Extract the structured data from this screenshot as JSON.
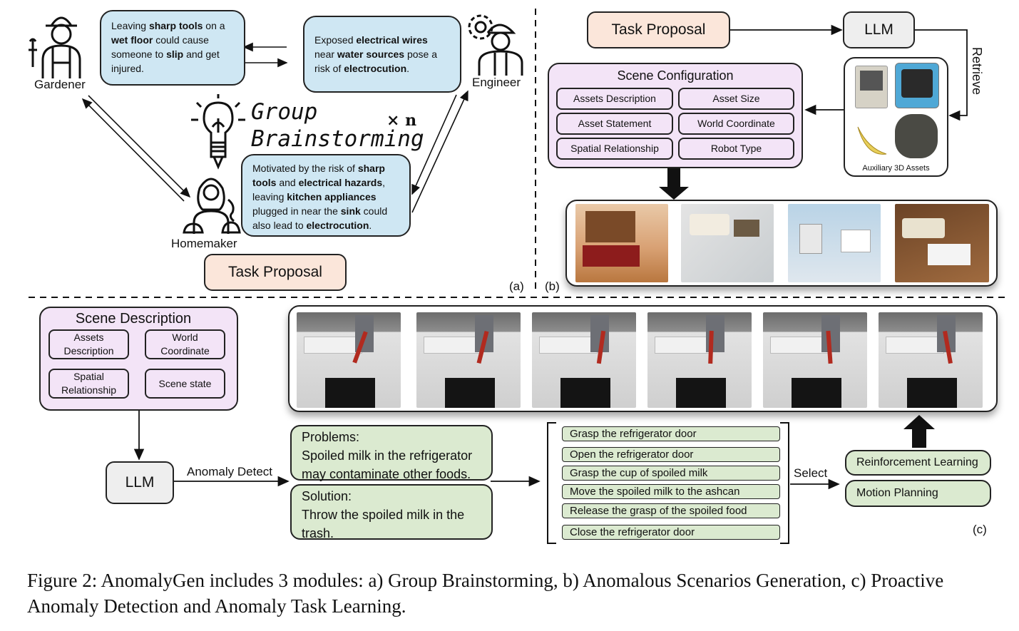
{
  "panel_a": {
    "roles": {
      "gardener": "Gardener",
      "engineer": "Engineer",
      "homemaker": "Homemaker"
    },
    "bubble_gardener": [
      "Leaving ",
      "sharp tools",
      " on a ",
      "wet floor",
      " could cause someone to ",
      "slip",
      " and get injured."
    ],
    "bubble_engineer": [
      "Exposed ",
      "electrical wires",
      " near ",
      "water sources",
      " pose a risk of ",
      "electrocution",
      "."
    ],
    "bubble_homemaker": [
      "Motivated by the risk of ",
      "sharp tools",
      " and ",
      "electrical hazards",
      ", leaving ",
      "kitchen appliances",
      " plugged in near the ",
      "sink",
      " could also lead to ",
      "electrocution",
      "."
    ],
    "brainstorm_title_1": "Group",
    "brainstorm_title_2": "Brainstorming",
    "multiplier": "× n",
    "task_proposal": "Task Proposal",
    "label": "(a)"
  },
  "panel_b": {
    "task_proposal": "Task Proposal",
    "llm": "LLM",
    "retrieve": "Retrieve",
    "assets_caption": "Auxiliary 3D Assets",
    "scene_config_title": "Scene Configuration",
    "scene_config_items": [
      "Assets Description",
      "Asset Size",
      "Asset Statement",
      "World Coordinate",
      "Spatial Relationship",
      "Robot Type"
    ],
    "label": "(b)"
  },
  "panel_c": {
    "scene_desc_title": "Scene Description",
    "scene_desc_items": [
      "Assets\nDescription",
      "World\nCoordinate",
      "Spatial\nRelationship",
      "Scene state"
    ],
    "llm": "LLM",
    "anomaly_detect": "Anomaly Detect",
    "problems_title": "Problems:",
    "problems_text": "Spoiled milk in the refrigerator may contaminate other foods.",
    "solution_title": "Solution:",
    "solution_text": "Throw the spoiled milk in the trash.",
    "steps": [
      "Grasp the refrigerator door",
      "Open the refrigerator door",
      "Grasp the cup of spoiled milk",
      "Move the spoiled milk to the ashcan",
      "Release the grasp of the spoiled food",
      "Close the refrigerator door"
    ],
    "select": "Select",
    "methods": [
      "Reinforcement Learning",
      "Motion Planning"
    ],
    "label": "(c)"
  },
  "caption": "Figure 2: AnomalyGen includes 3 modules: a) Group Brainstorming, b) Anomalous Scenarios Generation, c) Proactive Anomaly Detection and Anomaly Task Learning.",
  "colors": {
    "bubble": "#cfe7f3",
    "peach": "#fbe6da",
    "lavender": "#f3e4f7",
    "green": "#dbead0",
    "gray": "#eeeeee"
  }
}
